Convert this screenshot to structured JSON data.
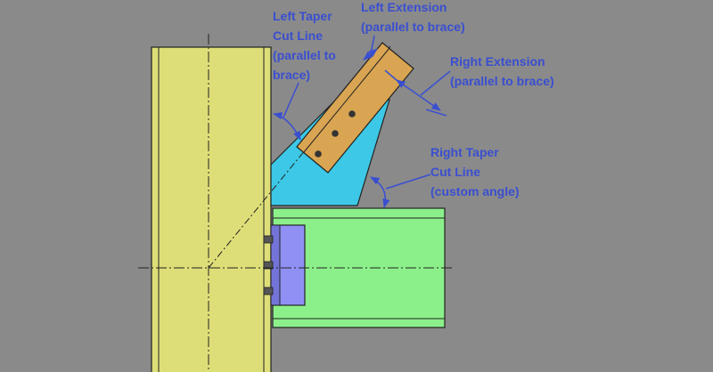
{
  "labels": {
    "left_taper": {
      "line1": "Left Taper",
      "line2": "Cut Line",
      "line3": "(parallel to",
      "line4": "brace)"
    },
    "left_extension": {
      "line1": "Left Extension",
      "line2": "(parallel to brace)"
    },
    "right_extension": {
      "line1": "Right Extension",
      "line2": "(parallel to brace)"
    },
    "right_taper": {
      "line1": "Right Taper",
      "line2": "Cut Line",
      "line3": "(custom angle)"
    }
  },
  "colors": {
    "background": "#8a8a8a",
    "column": "#dede78",
    "beam": "#8cf08a",
    "gusset": "#3cc8e6",
    "brace": "#d9a552",
    "clip_angle": "#9090f4",
    "annotation": "#3a4fd0",
    "outline": "#222222"
  }
}
